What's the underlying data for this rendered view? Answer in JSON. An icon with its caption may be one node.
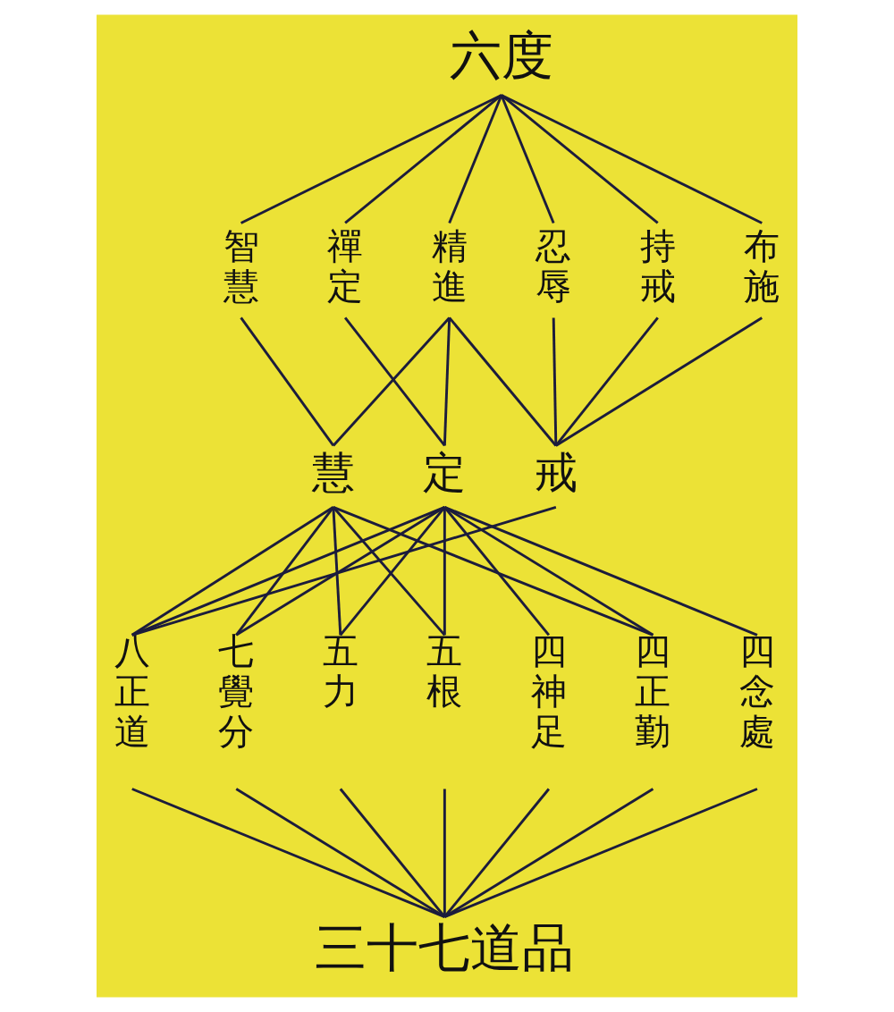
{
  "diagram": {
    "nodes": [
      {
        "text": [
          "六度"
        ]
      },
      {
        "text": [
          "智慧"
        ]
      },
      {
        "text": [
          "禪定"
        ]
      },
      {
        "text": [
          "精進"
        ]
      },
      {
        "text": [
          "忍辱"
        ]
      },
      {
        "text": [
          "持戒"
        ]
      },
      {
        "text": [
          "布施"
        ]
      },
      {
        "text": [
          "慧"
        ]
      },
      {
        "text": [
          "定"
        ]
      },
      {
        "text": [
          "戒"
        ]
      },
      {
        "text": [
          "八正道"
        ]
      },
      {
        "text": [
          "七覺分"
        ]
      },
      {
        "text": [
          "五力"
        ]
      },
      {
        "text": [
          "五根"
        ]
      },
      {
        "text": [
          "四神足"
        ]
      },
      {
        "text": [
          "四正勤"
        ]
      },
      {
        "text": [
          "四念處"
        ]
      },
      {
        "text": [
          "三十七道品"
        ]
      }
    ],
    "edges": [
      {
        "from": 0,
        "to": 1,
        "arrow": "none"
      },
      {
        "from": 0,
        "to": 2,
        "arrow": "none"
      },
      {
        "from": 0,
        "to": 3,
        "arrow": "none"
      },
      {
        "from": 0,
        "to": 4,
        "arrow": "none"
      },
      {
        "from": 0,
        "to": 5,
        "arrow": "none"
      },
      {
        "from": 0,
        "to": 6,
        "arrow": "none"
      },
      {
        "from": 1,
        "to": 7,
        "arrow": "none"
      },
      {
        "from": 2,
        "to": 8,
        "arrow": "none"
      },
      {
        "from": 3,
        "to": 7,
        "arrow": "none"
      },
      {
        "from": 3,
        "to": 8,
        "arrow": "none"
      },
      {
        "from": 3,
        "to": 9,
        "arrow": "none"
      },
      {
        "from": 4,
        "to": 9,
        "arrow": "none"
      },
      {
        "from": 5,
        "to": 9,
        "arrow": "none"
      },
      {
        "from": 6,
        "to": 9,
        "arrow": "none"
      },
      {
        "from": 7,
        "to": 10,
        "arrow": "none"
      },
      {
        "from": 7,
        "to": 11,
        "arrow": "none"
      },
      {
        "from": 7,
        "to": 12,
        "arrow": "none"
      },
      {
        "from": 7,
        "to": 13,
        "arrow": "none"
      },
      {
        "from": 7,
        "to": 15,
        "arrow": "none"
      },
      {
        "from": 8,
        "to": 10,
        "arrow": "none"
      },
      {
        "from": 8,
        "to": 11,
        "arrow": "none"
      },
      {
        "from": 8,
        "to": 12,
        "arrow": "none"
      },
      {
        "from": 8,
        "to": 13,
        "arrow": "none"
      },
      {
        "from": 8,
        "to": 14,
        "arrow": "none"
      },
      {
        "from": 8,
        "to": 15,
        "arrow": "none"
      },
      {
        "from": 8,
        "to": 16,
        "arrow": "none"
      },
      {
        "from": 9,
        "to": 10,
        "arrow": "none"
      },
      {
        "from": 10,
        "to": 17,
        "arrow": "none"
      },
      {
        "from": 11,
        "to": 17,
        "arrow": "none"
      },
      {
        "from": 12,
        "to": 17,
        "arrow": "none"
      },
      {
        "from": 13,
        "to": 17,
        "arrow": "none"
      },
      {
        "from": 14,
        "to": 17,
        "arrow": "none"
      },
      {
        "from": 15,
        "to": 17,
        "arrow": "none"
      },
      {
        "from": 16,
        "to": 17,
        "arrow": "none"
      }
    ]
  }
}
